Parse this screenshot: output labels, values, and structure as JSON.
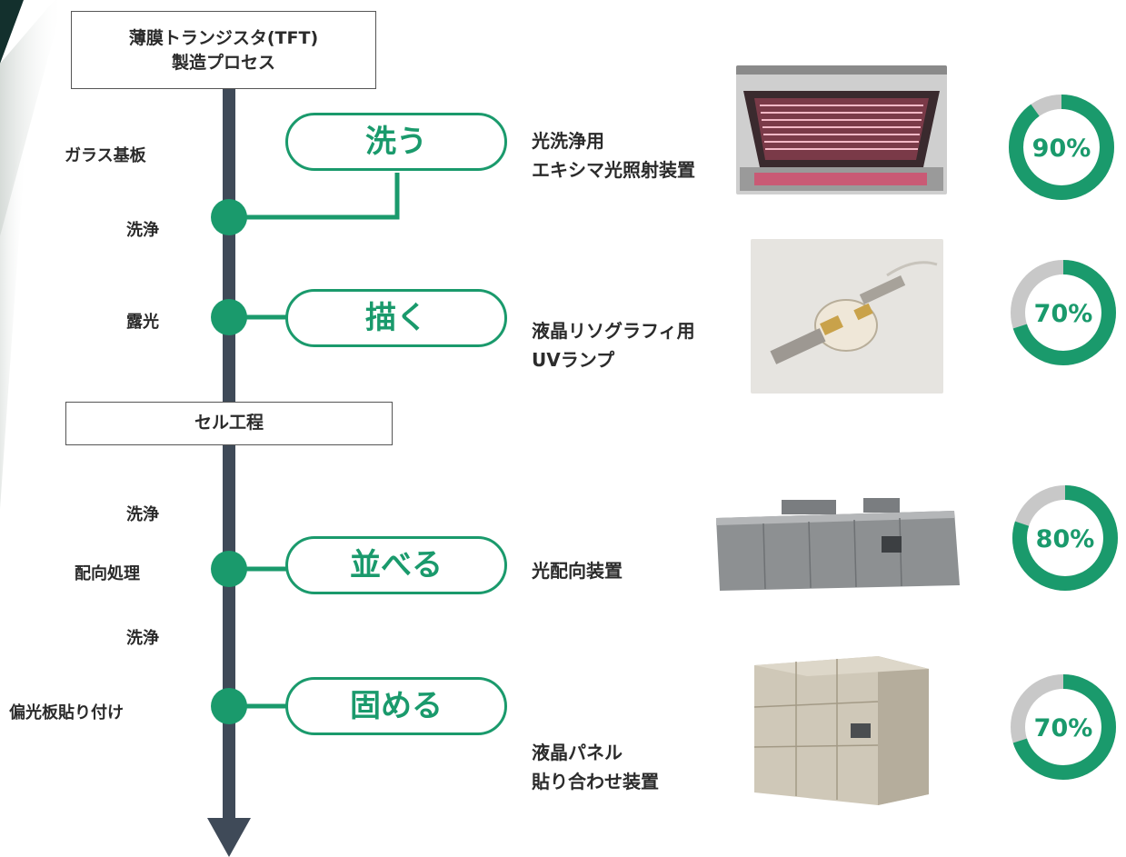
{
  "header": {
    "line1": "薄膜トランジスタ(TFT)",
    "line2": "製造プロセス"
  },
  "cell_header": "セル工程",
  "left_steps": [
    "ガラス基板",
    "洗浄",
    "露光",
    "洗浄",
    "配向処理",
    "洗浄",
    "偏光板貼り付け"
  ],
  "actions": [
    "洗う",
    "描く",
    "並べる",
    "固める"
  ],
  "devices": [
    {
      "line1": "光洗浄用",
      "line2": "エキシマ光照射装置"
    },
    {
      "line1": "液晶リソグラフィ用",
      "line2": "UVランプ"
    },
    {
      "line1": "光配向装置",
      "line2": ""
    },
    {
      "line1": "液晶パネル",
      "line2": "貼り合わせ装置"
    }
  ],
  "shares": [
    {
      "label": "90%",
      "value": 90
    },
    {
      "label": "70%",
      "value": 70
    },
    {
      "label": "80%",
      "value": 80
    },
    {
      "label": "70%",
      "value": 70
    }
  ],
  "colors": {
    "accent": "#1a9a6c",
    "axis": "#3f4a58",
    "ring_bg": "#c8c8c8"
  },
  "icons": [
    "arrow-down-icon",
    "timeline-node-icon"
  ]
}
